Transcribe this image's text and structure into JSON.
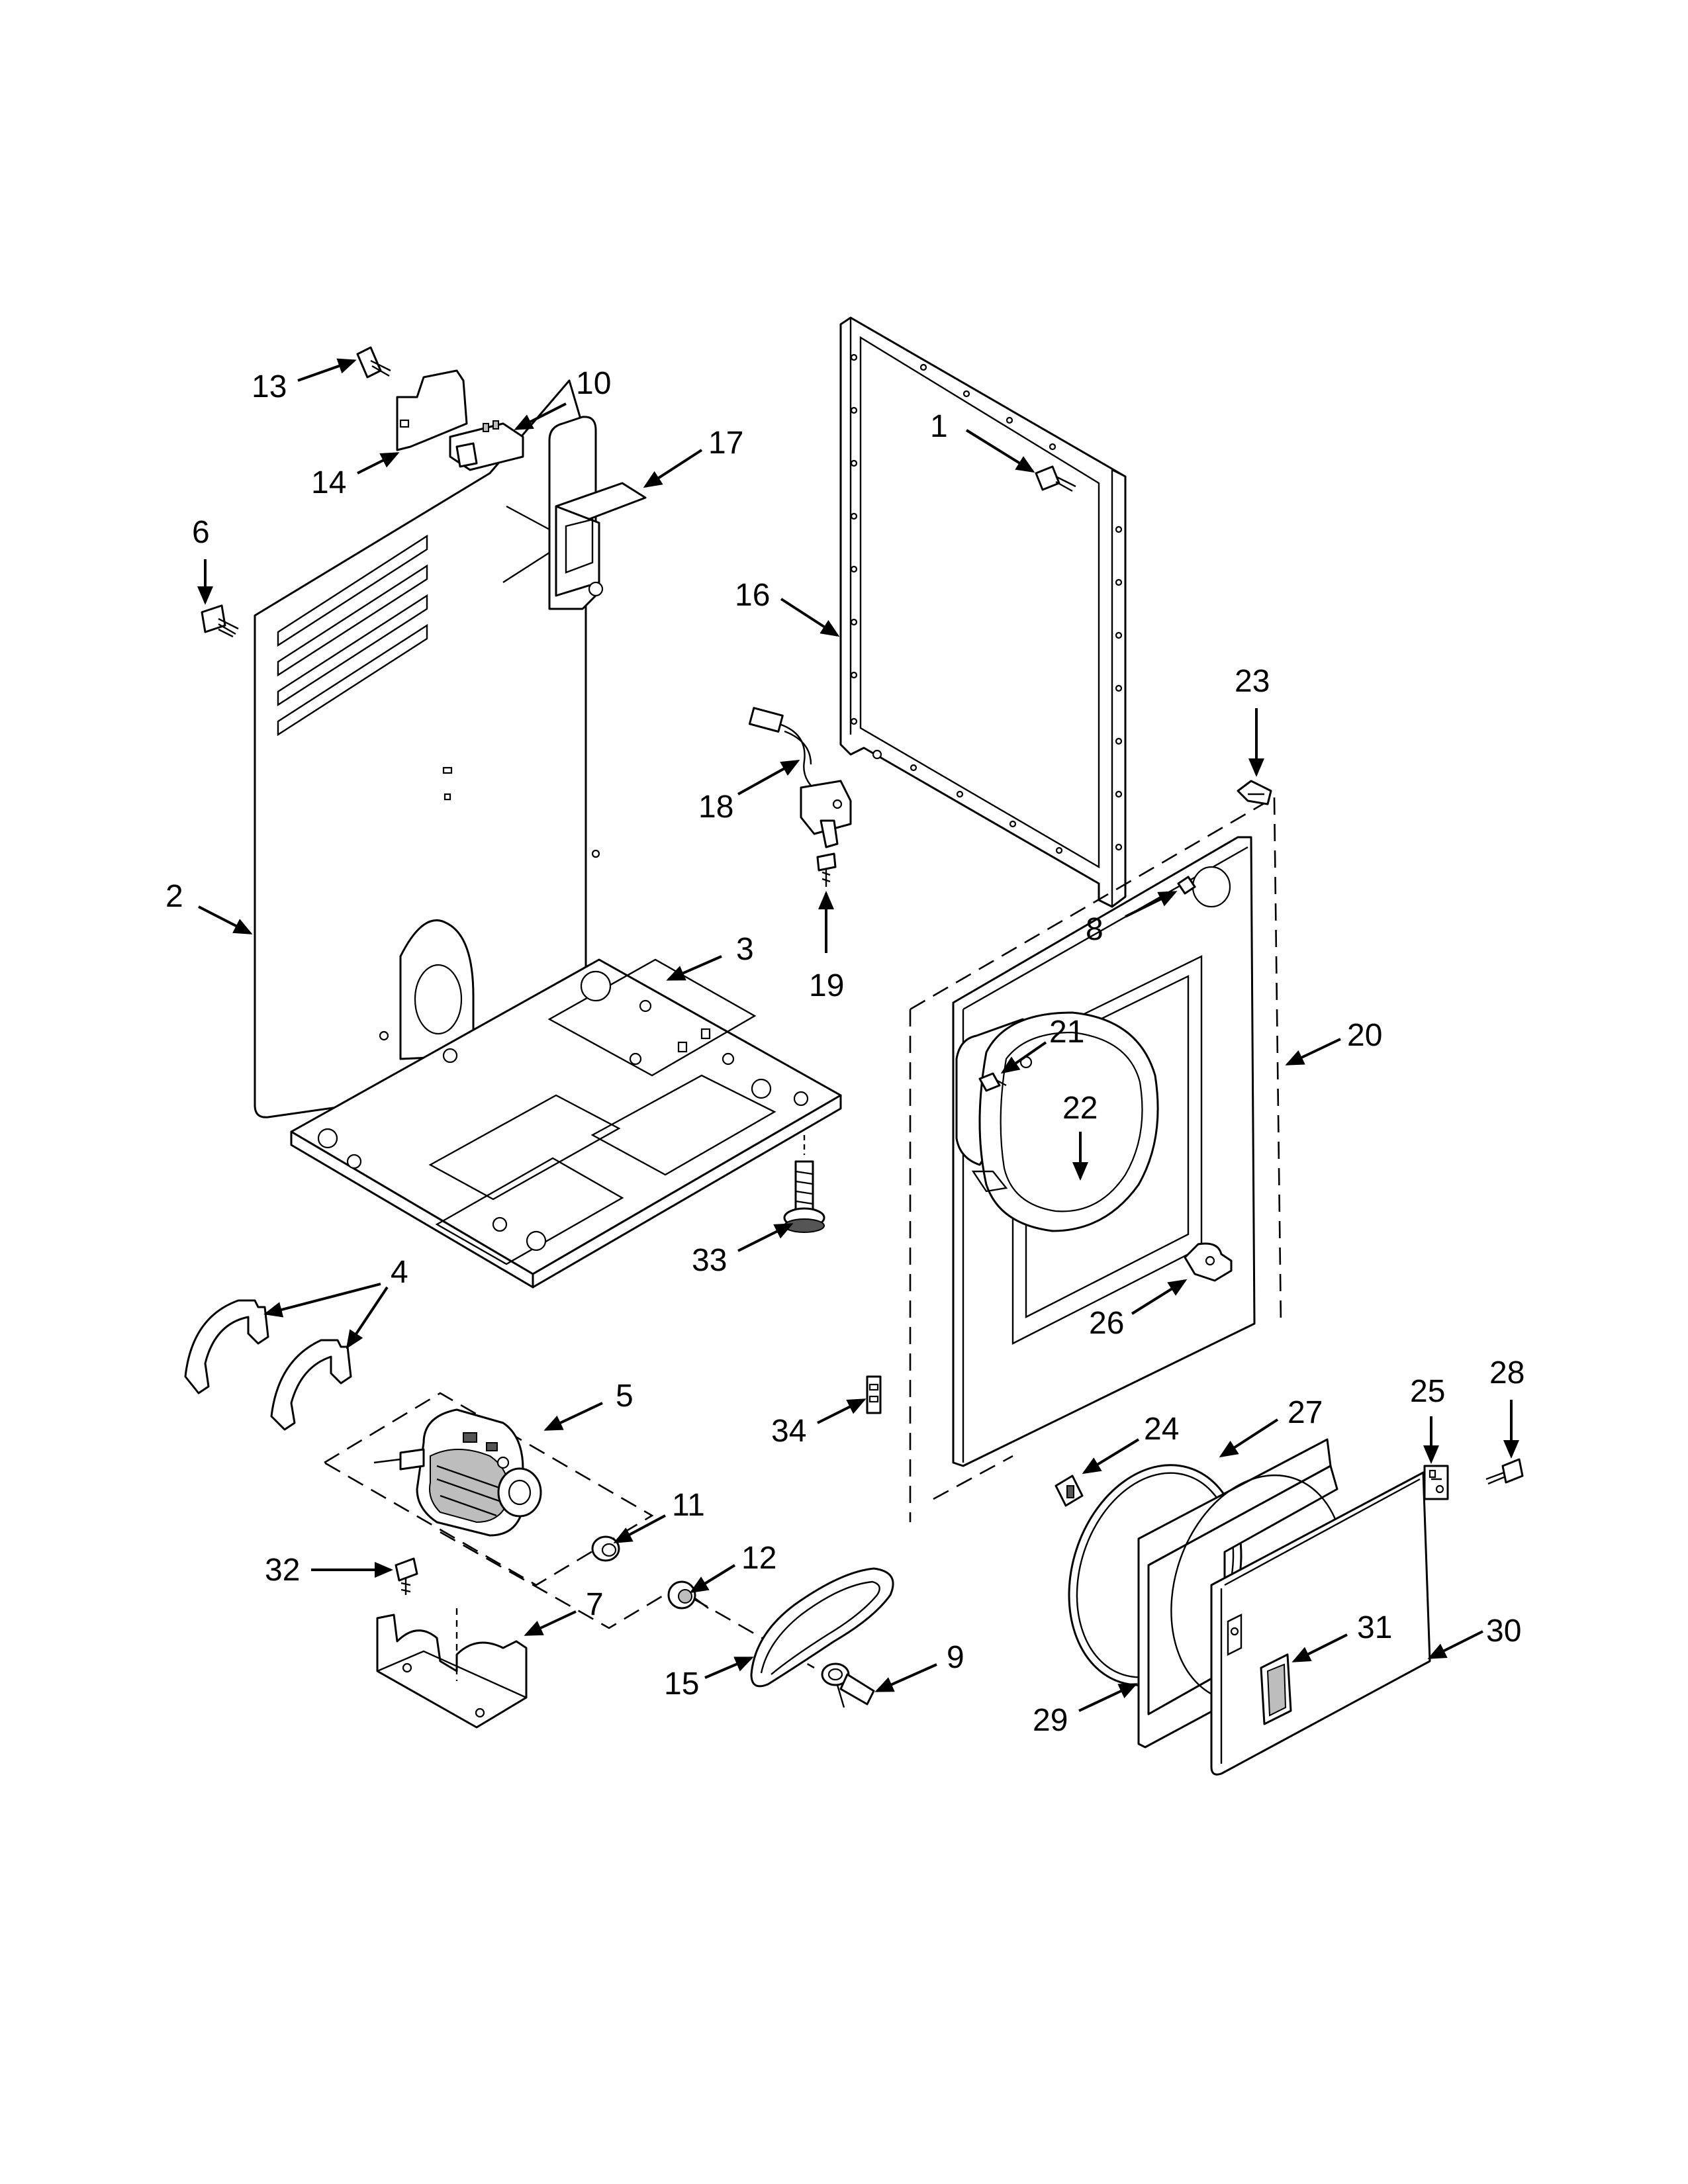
{
  "callouts": [
    {
      "number": "1"
    },
    {
      "number": "2"
    },
    {
      "number": "3"
    },
    {
      "number": "4"
    },
    {
      "number": "5"
    },
    {
      "number": "6"
    },
    {
      "number": "7"
    },
    {
      "number": "8"
    },
    {
      "number": "9"
    },
    {
      "number": "10"
    },
    {
      "number": "11"
    },
    {
      "number": "12"
    },
    {
      "number": "13"
    },
    {
      "number": "14"
    },
    {
      "number": "15"
    },
    {
      "number": "16"
    },
    {
      "number": "17"
    },
    {
      "number": "18"
    },
    {
      "number": "19"
    },
    {
      "number": "20"
    },
    {
      "number": "21"
    },
    {
      "number": "22"
    },
    {
      "number": "23"
    },
    {
      "number": "24"
    },
    {
      "number": "25"
    },
    {
      "number": "26"
    },
    {
      "number": "27"
    },
    {
      "number": "28"
    },
    {
      "number": "29"
    },
    {
      "number": "30"
    },
    {
      "number": "31"
    },
    {
      "number": "32"
    },
    {
      "number": "33"
    },
    {
      "number": "34"
    }
  ],
  "style": {
    "line_color": "#000000",
    "background": "#ffffff",
    "shade_color": "#bdbdbd"
  }
}
